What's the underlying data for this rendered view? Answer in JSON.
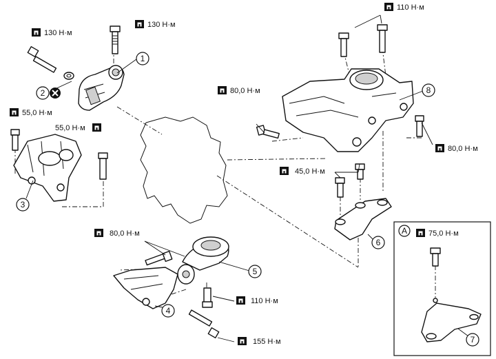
{
  "torque_labels": {
    "t1": "130 Н·м",
    "t2": "130 Н·м",
    "t3": "55,0 Н·м",
    "t4": "55,0 Н·м",
    "t5": "110 Н·м",
    "t6": "80,0 Н·м",
    "t7": "80,0 Н·м",
    "t8": "45,0 Н·м",
    "t9": "80,0 Н·м",
    "t10": "110 Н·м",
    "t11": "155 Н·м",
    "t12": "75,0 Н·м"
  },
  "callouts": {
    "c1": "1",
    "c2": "2",
    "c3": "3",
    "c4": "4",
    "c5": "5",
    "c6": "6",
    "c7": "7",
    "c8": "8",
    "detail": "A"
  },
  "icons": {
    "torque": "torque-wrench-icon",
    "replace": "do-not-reuse-icon"
  }
}
